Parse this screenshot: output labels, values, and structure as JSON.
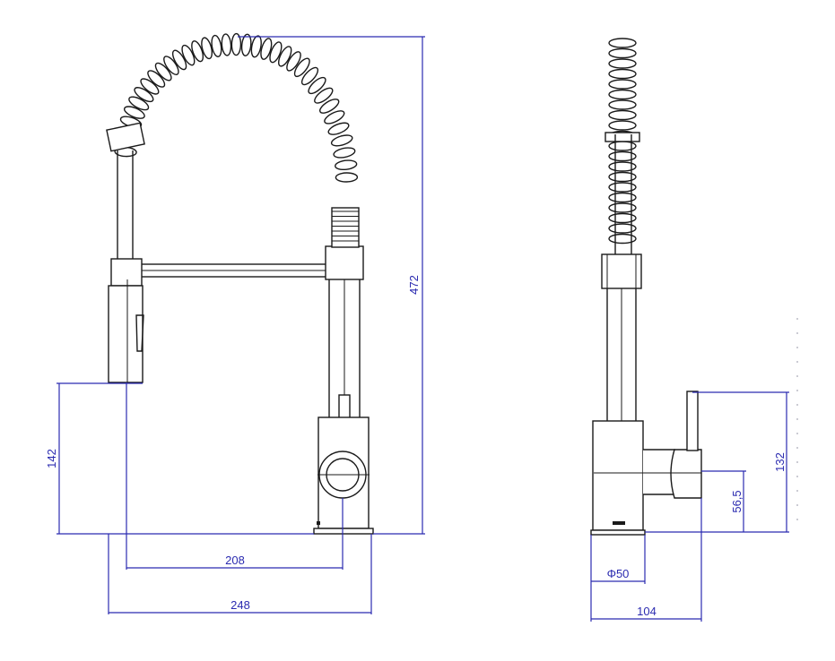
{
  "front_view": {
    "dimensions": {
      "height_total": "472",
      "spout_clearance": "142",
      "reach_208": "208",
      "reach_248": "248"
    }
  },
  "side_view": {
    "dimensions": {
      "handle_height": "132",
      "lever_height": "56,5",
      "base_diameter": "Φ50",
      "depth": "104"
    }
  },
  "colors": {
    "line": "#1a1a1a",
    "dimension": "#2b2bb0"
  }
}
